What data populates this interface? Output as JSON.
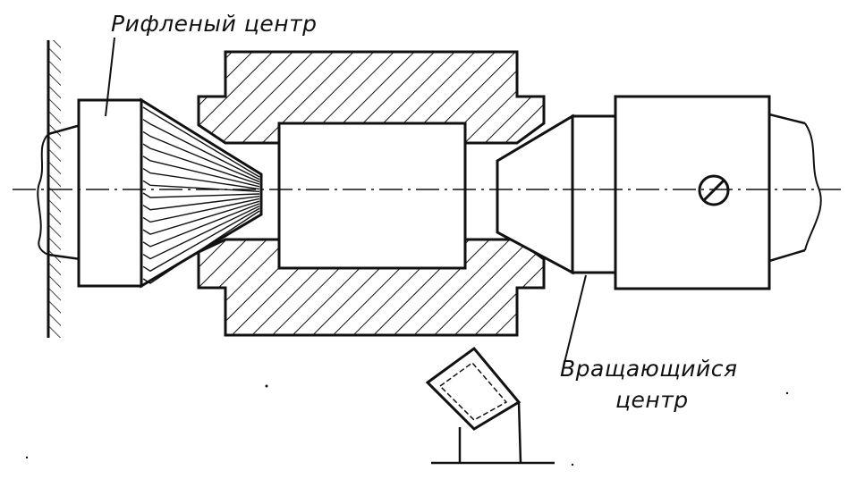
{
  "labels": {
    "knurled_center": "Рифленый центр",
    "rotating_center_line1": "Вращающийся",
    "rotating_center_line2": "центр"
  },
  "colors": {
    "ink": "#111111",
    "paper": "#ffffff"
  }
}
